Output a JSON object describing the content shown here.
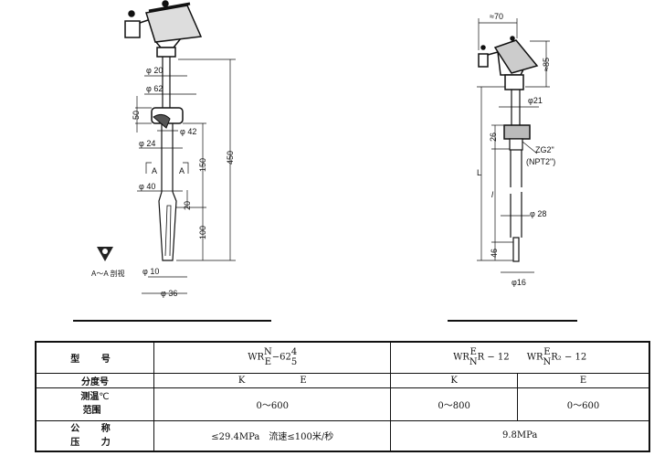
{
  "left_drawing": {
    "dims": {
      "d20": "φ 20",
      "d62": "φ 62",
      "h50": "50",
      "d42": "φ 42",
      "d24": "φ 24",
      "secA1": "A",
      "secA2": "A",
      "d40": "φ 40",
      "h20": "20",
      "h150": "150",
      "h100": "100",
      "h450": "450",
      "d10": "φ 10",
      "d36": "φ 36"
    },
    "section_label": "A～A 剖视"
  },
  "right_drawing": {
    "dims": {
      "w70": "≈70",
      "h85": "≈85",
      "d21": "φ21",
      "h26": "26",
      "thread": "ZG2\"",
      "thread_alt": "(NPT2\")",
      "L": "L",
      "l": "l",
      "d28": "φ 28",
      "h46": "46",
      "d16": "φ16"
    }
  },
  "table": {
    "row_labels": {
      "model": "型 号",
      "graduation": "分度号",
      "temp_1": "测温",
      "temp_2": "范围",
      "temp_unit": "℃",
      "pressure_1": "公 称",
      "pressure_2": "压 力"
    },
    "model_a": {
      "prefix": "WR",
      "top": "N",
      "bottom": "E",
      "mid": "−62",
      "sup": "4",
      "sub": "5"
    },
    "model_b": {
      "prefix": "WR",
      "top": "E",
      "bottom": "N",
      "mid": "R − 12"
    },
    "model_c": {
      "prefix": "WR",
      "top": "E",
      "bottom": "N",
      "mid": "R₂ − 12"
    },
    "graduation": {
      "a_k": "K",
      "a_e": "E",
      "b_k": "K",
      "b_e": "E"
    },
    "temp": {
      "a": "0～600",
      "b_k": "0～800",
      "b_e": "0～600"
    },
    "pressure": {
      "a": "≤29.4MPa　流速≤100米/秒",
      "b": "9.8MPa"
    }
  }
}
